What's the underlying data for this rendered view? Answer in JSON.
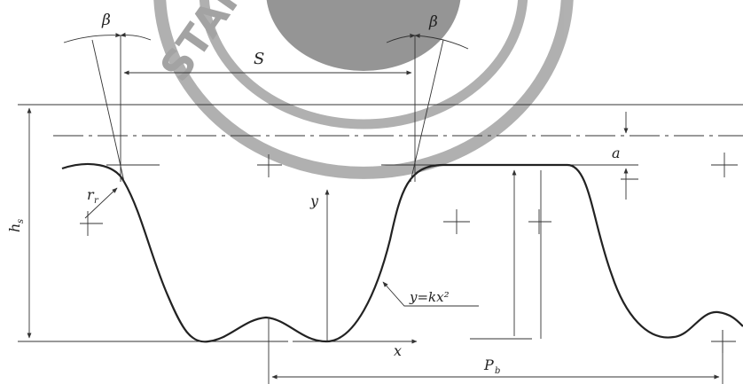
{
  "diagram": {
    "watermark": {
      "text": "STAN",
      "ring_color": "#999999",
      "fill_color": "#808080"
    },
    "labels": {
      "beta_left": "β",
      "beta_right": "β",
      "s": "S",
      "a": "a",
      "h": "h",
      "h_sub": "s",
      "r": "r",
      "r_sub": "r",
      "y_axis": "y",
      "x_axis": "x",
      "curve_eq": "y=kx²",
      "p": "P",
      "p_sub": "b"
    },
    "colors": {
      "line": "#333333",
      "profile": "#222222"
    }
  }
}
